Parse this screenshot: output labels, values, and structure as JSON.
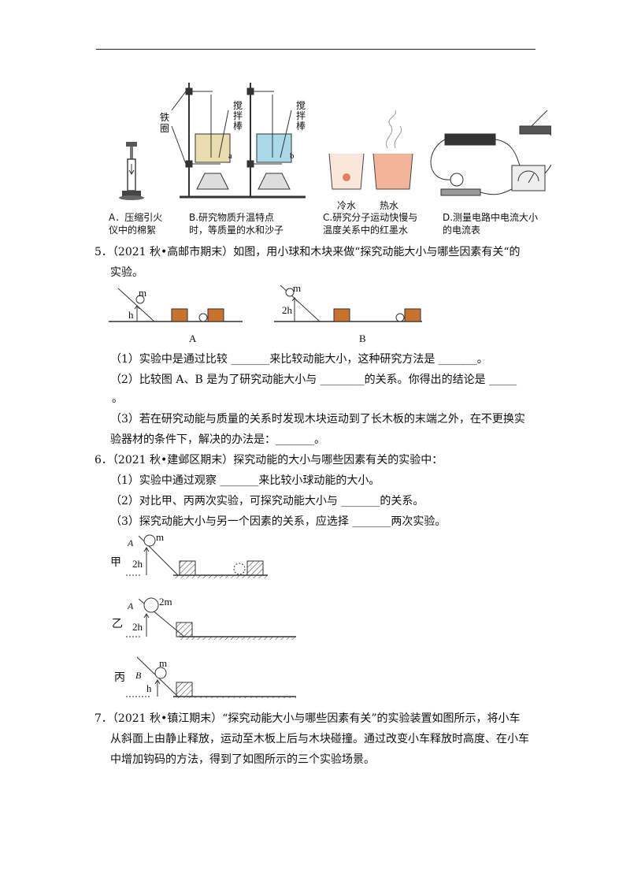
{
  "figure4": {
    "label_iron_ring": "铁圈",
    "label_stir_rod": "搅拌棒",
    "label_a": "a",
    "label_b": "b",
    "label_cold": "冷水",
    "label_hot": "热水",
    "captions": [
      "A．压缩引火\n仪中的棉絮",
      "B.研究物质升温特点\n时，等质量的水和沙子",
      "C.研究分子运动快慢与\n温度关系中的红墨水",
      "D.测量电路中电流大小\n的电流表"
    ]
  },
  "q5": {
    "line1": "5．（2021 秋•高邮市期末）如图，用小球和木块来做“探究动能大小与哪些因素有关“的",
    "line2": "实验。",
    "fig_m": "m",
    "fig_h": "h",
    "fig_2h": "2h",
    "fig_label_a": "A",
    "fig_label_b": "B",
    "sub1": "（1）实验中是通过比较 _______来比较动能大小，这种研究方法是 _______。",
    "sub2": "（2）比较图 A、B 是为了研究动能大小与 ________的关系。你得出的结论是 _____",
    "sub2b": "。",
    "sub3a": "（3）若在研究动能与质量的关系时发现木块运动到了长木板的末端之外，在不更换实",
    "sub3b": "验器材的条件下，解决的办法是：_______。"
  },
  "q6": {
    "line1": "6．（2021 秋•建邺区期末）探究动能的大小与哪些因素有关的实验中：",
    "sub1": "（1）实验中通过观察 _______来比较小球动能的大小。",
    "sub2": "（2）对比甲、丙两次实验，可探究动能大小与 _______的关系。",
    "sub3": "（3）探究动能大小与另一个因素的关系，应选择 _______两次实验。",
    "jia": "甲",
    "yi": "乙",
    "bing": "丙",
    "pt_a": "A",
    "pt_b": "B",
    "m": "m",
    "m2": "2m",
    "h2": "2h",
    "h": "h"
  },
  "q7": {
    "line1": "7．（2021 秋•镇江期末）“探究动能大小与哪些因素有关”的实验装置如图所示，将小车",
    "line2": "从斜面上由静止释放，运动至木板上后与木块碰撞。通过改变小车释放时高度、在小车",
    "line3": "中增加钩码的方法，得到了如图所示的三个实验场景。"
  }
}
